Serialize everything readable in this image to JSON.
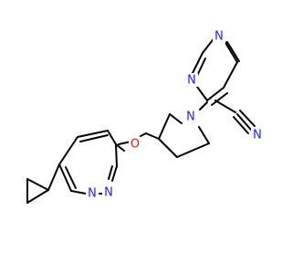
{
  "molecule": {
    "colors": {
      "carbon_bond": "#000000",
      "nitrogen": "#1f1fff",
      "oxygen": "#ff0d0d",
      "background": "#ffffff"
    },
    "atoms": {
      "n_pyrazine_top": {
        "symbol": "N",
        "color_key": "nitrogen"
      },
      "n_pyrazine_left": {
        "symbol": "N",
        "color_key": "nitrogen"
      },
      "n_nitrile": {
        "symbol": "N",
        "color_key": "nitrogen"
      },
      "n_pyrrolidine": {
        "symbol": "N",
        "color_key": "nitrogen"
      },
      "o_ether": {
        "symbol": "O",
        "color_key": "oxygen"
      },
      "n_pyridazine_1": {
        "symbol": "N",
        "color_key": "nitrogen"
      },
      "n_pyridazine_2": {
        "symbol": "N",
        "color_key": "nitrogen"
      }
    }
  }
}
